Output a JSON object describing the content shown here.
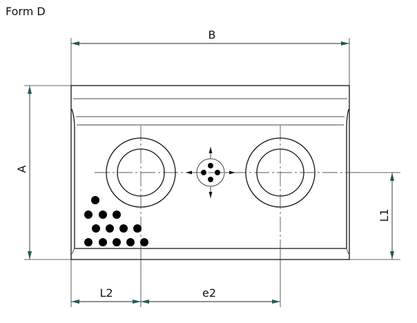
{
  "title": "Form D",
  "dimensions": {
    "B": "B",
    "A": "A",
    "L1": "L1",
    "L2": "L2",
    "e2": "e2"
  },
  "colors": {
    "line": "#111111",
    "arrow": "#1f5a5a"
  }
}
